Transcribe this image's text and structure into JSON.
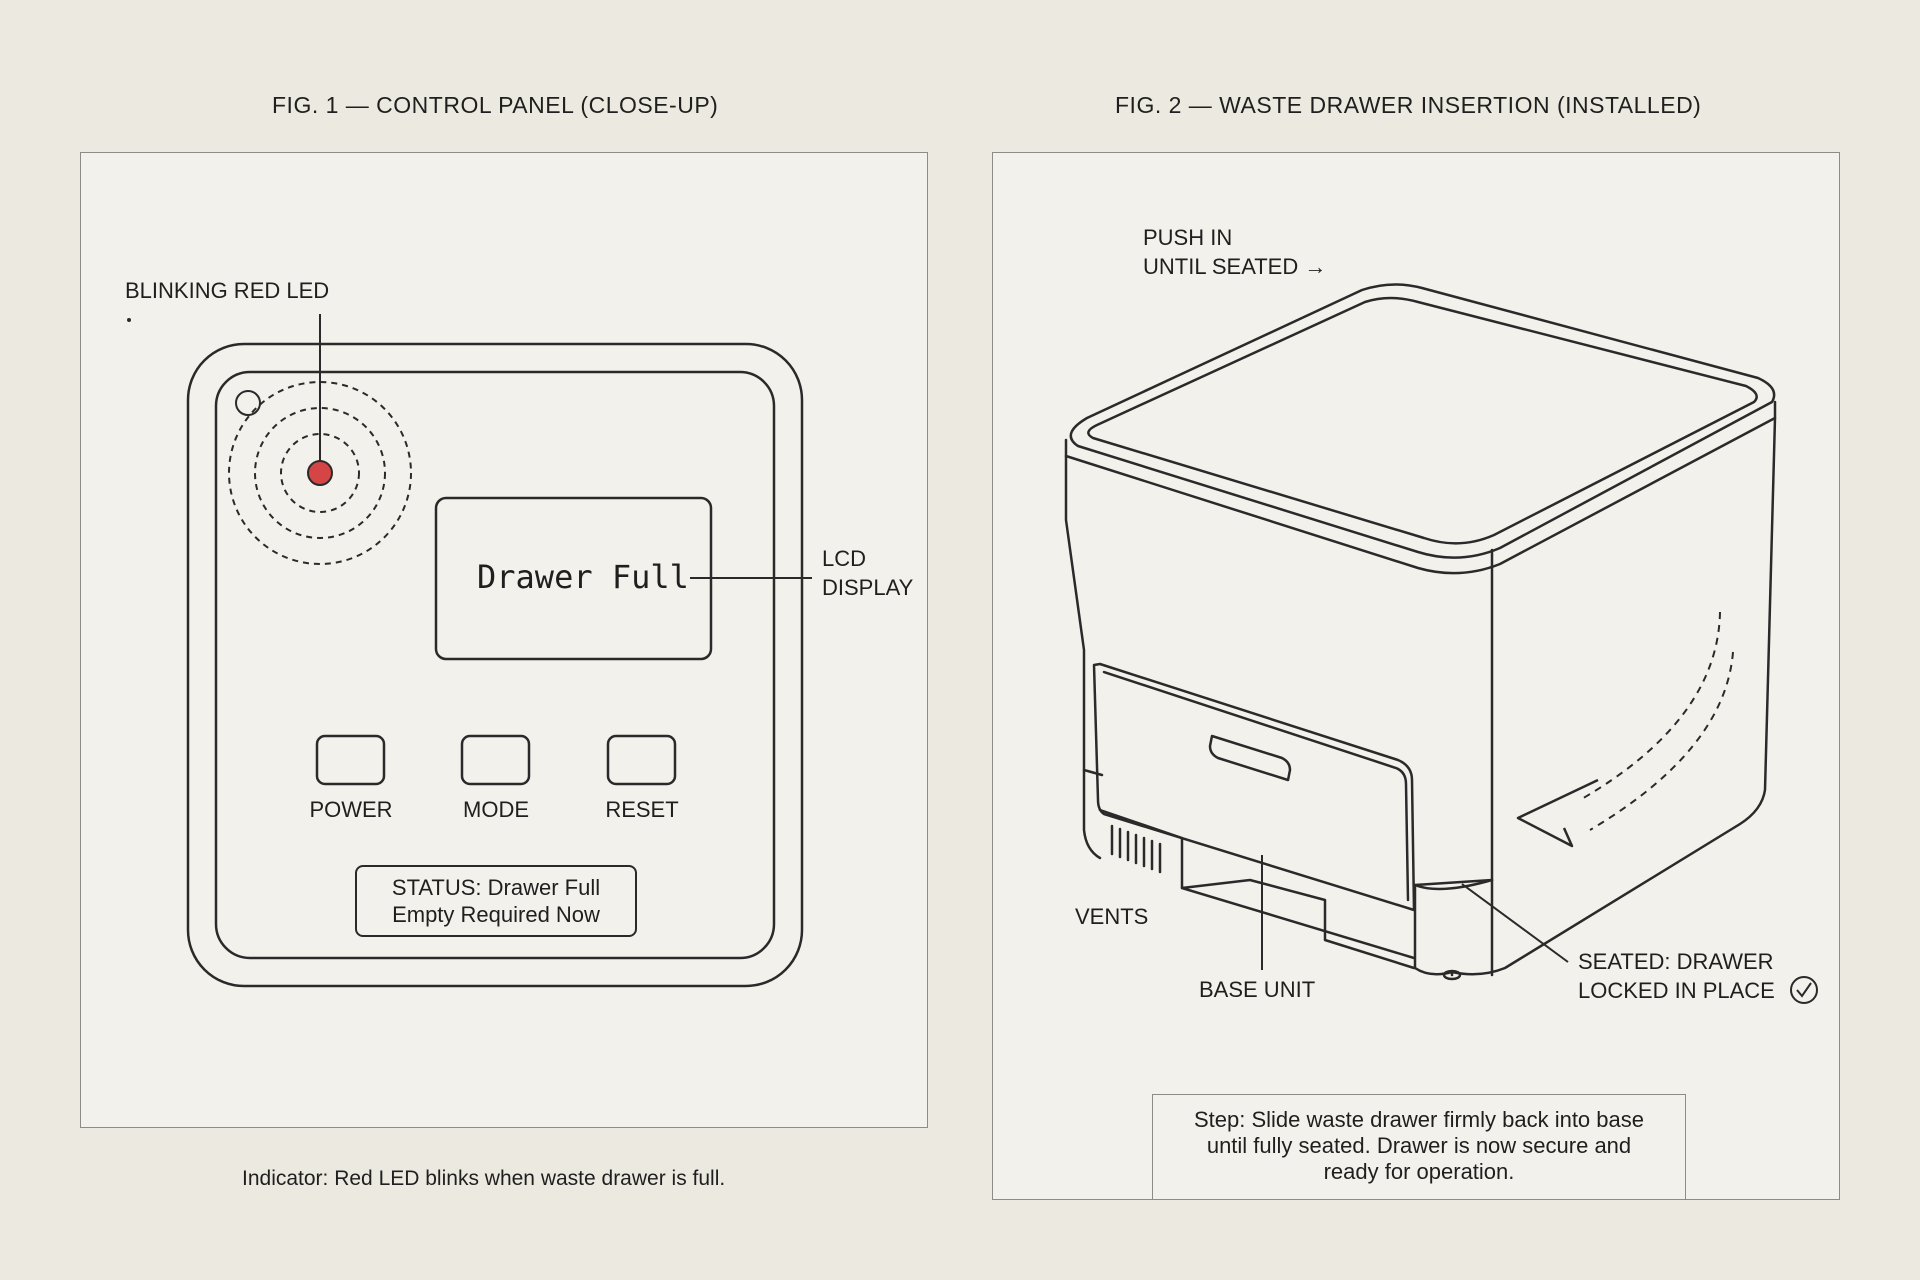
{
  "figure1": {
    "title": "FIG. 1 — CONTROL PANEL (CLOSE-UP)",
    "led_label": "BLINKING RED LED",
    "lcd_text": "Drawer Full",
    "lcd_label_line1": "LCD",
    "lcd_label_line2": "DISPLAY",
    "buttons": [
      {
        "label": "POWER"
      },
      {
        "label": "MODE"
      },
      {
        "label": "RESET"
      }
    ],
    "status_line1": "STATUS: Drawer Full",
    "status_line2": "Empty Required Now",
    "caption": "Indicator: Red LED blinks when waste drawer is full.",
    "led_color": "#d64545"
  },
  "figure2": {
    "title": "FIG. 2 — WASTE DRAWER INSERTION (INSTALLED)",
    "push_line1": "PUSH IN",
    "push_line2": "UNTIL SEATED →",
    "vents_label": "VENTS",
    "base_label": "BASE UNIT",
    "seated_line1": "SEATED: DRAWER",
    "seated_line2": "LOCKED IN PLACE",
    "step_line1": "Step: Slide waste drawer firmly back into base",
    "step_line2": "until fully seated. Drawer is now secure and",
    "step_line3": "ready for operation."
  }
}
